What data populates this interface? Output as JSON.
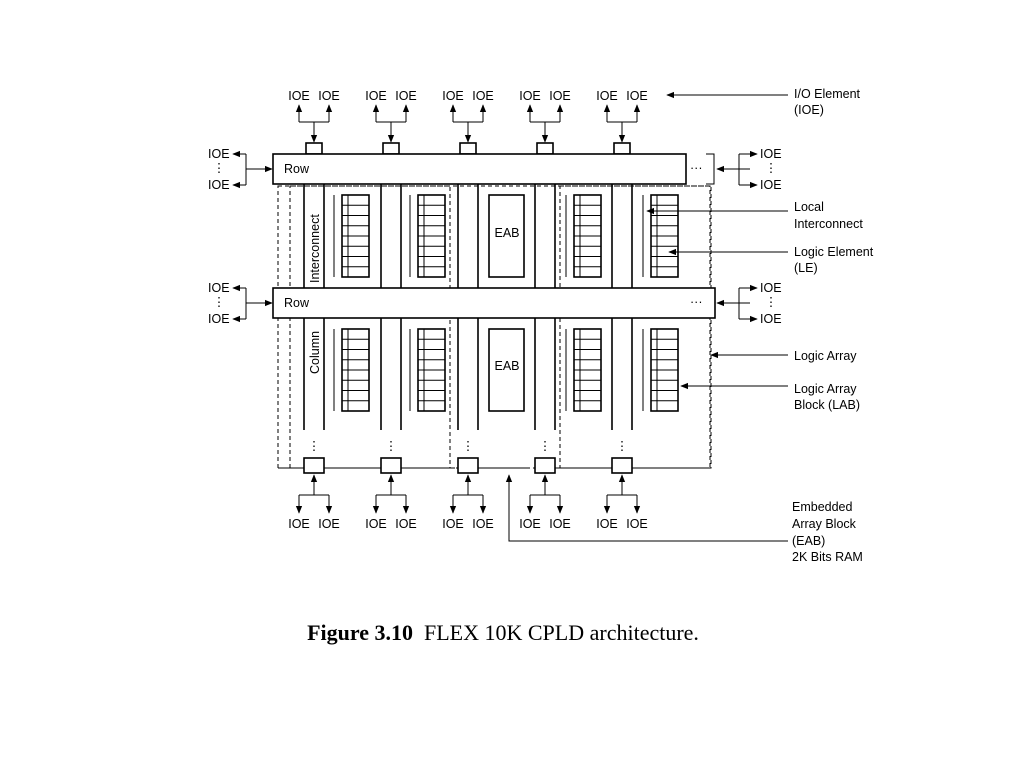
{
  "labels": {
    "ioe": "IOE",
    "row": "Row",
    "column": "Column",
    "interconnect": "Interconnect",
    "eab": "EAB",
    "ellipsis_h": "···",
    "ellipsis_v": "⋮"
  },
  "callouts": {
    "ioe_1": "I/O Element",
    "ioe_2": "(IOE)",
    "local_1": "Local",
    "local_2": "Interconnect",
    "le_1": "Logic Element",
    "le_2": "(LE)",
    "logic_array": "Logic Array",
    "lab_1": "Logic Array",
    "lab_2": "Block (LAB)",
    "eab_1": "Embedded",
    "eab_2": "Array Block",
    "eab_3": "(EAB)",
    "eab_4": "2K Bits RAM"
  },
  "caption": {
    "number": "Figure 3.10",
    "text": "FLEX 10K CPLD architecture."
  }
}
